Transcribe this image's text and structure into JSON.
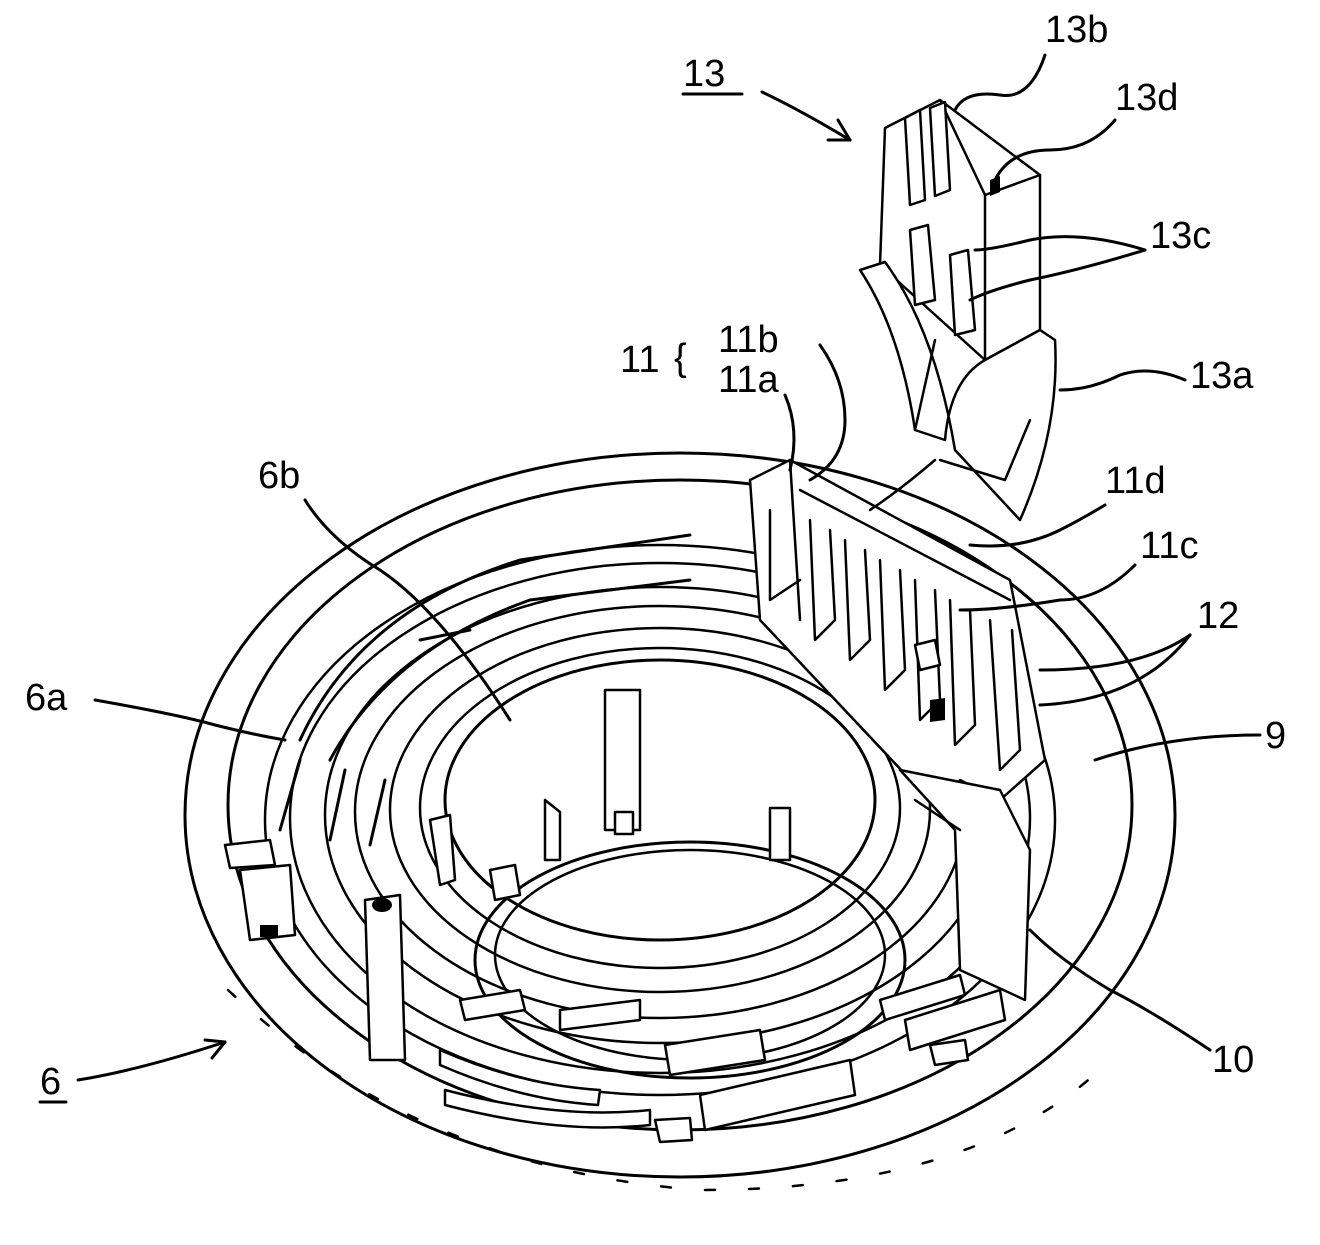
{
  "labels": {
    "l13": "13",
    "l13b": "13b",
    "l13d": "13d",
    "l13c": "13c",
    "l13a": "13a",
    "l11": "11",
    "l11b": "11b",
    "l11a": "11a",
    "l11d": "11d",
    "l11c": "11c",
    "l12": "12",
    "l9": "9",
    "l10": "10",
    "l6": "6",
    "l6a": "6a",
    "l6b": "6b"
  }
}
